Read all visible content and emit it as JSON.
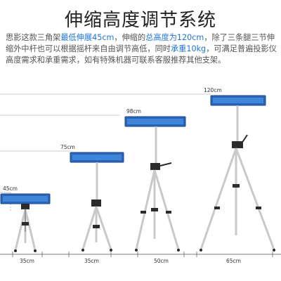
{
  "title": "伸缩高度调节系统",
  "description": {
    "p1": "思影这款三角架",
    "h1": "最低伸展45cm",
    "p2": "，伸缩的",
    "h2": "总高度为120cm",
    "p3": "，除了三条腿三节伸缩外中杆也可以根据摇杆来自由调节高低，同时",
    "h3": "承重10kg",
    "p4": "，可满足普遍投影仪高度需求和承重需求，如有特殊机器可联系客服推荐其他支架。"
  },
  "heights": {
    "h45": "45cm",
    "h75": "75cm",
    "h98": "98cm",
    "h120": "120cm"
  },
  "widths": {
    "w1": "35cm",
    "w2": "35cm",
    "w3": "50cm",
    "w4": "65cm"
  },
  "colors": {
    "accent": "#1e73d8",
    "tray": "#2a64b8",
    "tray_light": "#3f86da",
    "metal": "#c9c9c9",
    "dark": "#2b2b2b"
  }
}
